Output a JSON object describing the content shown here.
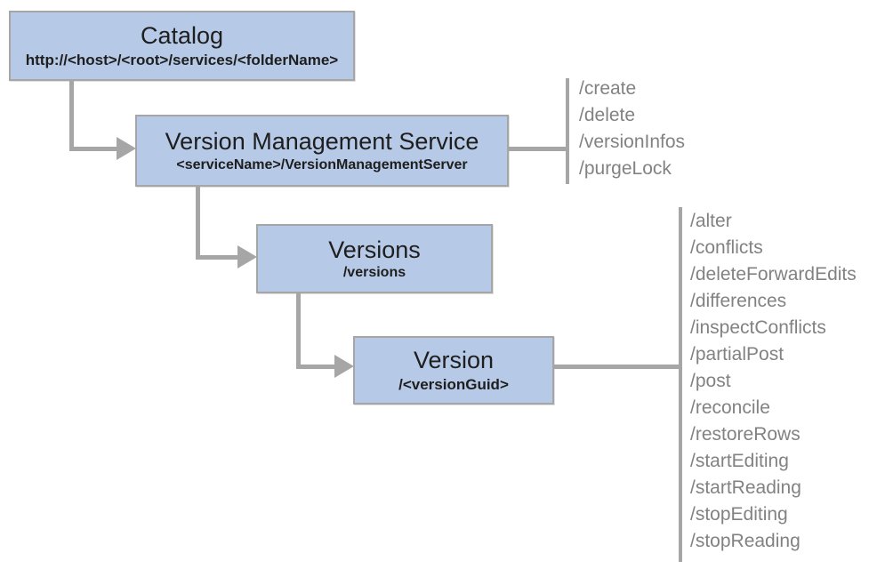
{
  "catalog": {
    "title": "Catalog",
    "subtitle": "http://<host>/<root>/services/<folderName>"
  },
  "version_management_service": {
    "title": "Version Management Service",
    "subtitle": "<serviceName>/VersionManagementServer",
    "operations": [
      "/create",
      "/delete",
      "/versionInfos",
      "/purgeLock"
    ]
  },
  "versions": {
    "title": "Versions",
    "subtitle": "/versions"
  },
  "version": {
    "title": "Version",
    "subtitle": "/<versionGuid>",
    "operations": [
      "/alter",
      "/conflicts",
      "/deleteForwardEdits",
      "/differences",
      "/inspectConflicts",
      "/partialPost",
      "/post",
      "/reconcile",
      "/restoreRows",
      "/startEditing",
      "/startReading",
      "/stopEditing",
      "/stopReading"
    ]
  },
  "colors": {
    "node_fill": "#b6c9e6",
    "node_border": "#a6a6a6",
    "connector": "#a6a6a6",
    "title_text": "#1e1e1e",
    "operation_text": "#828282",
    "background": "#ffffff"
  }
}
